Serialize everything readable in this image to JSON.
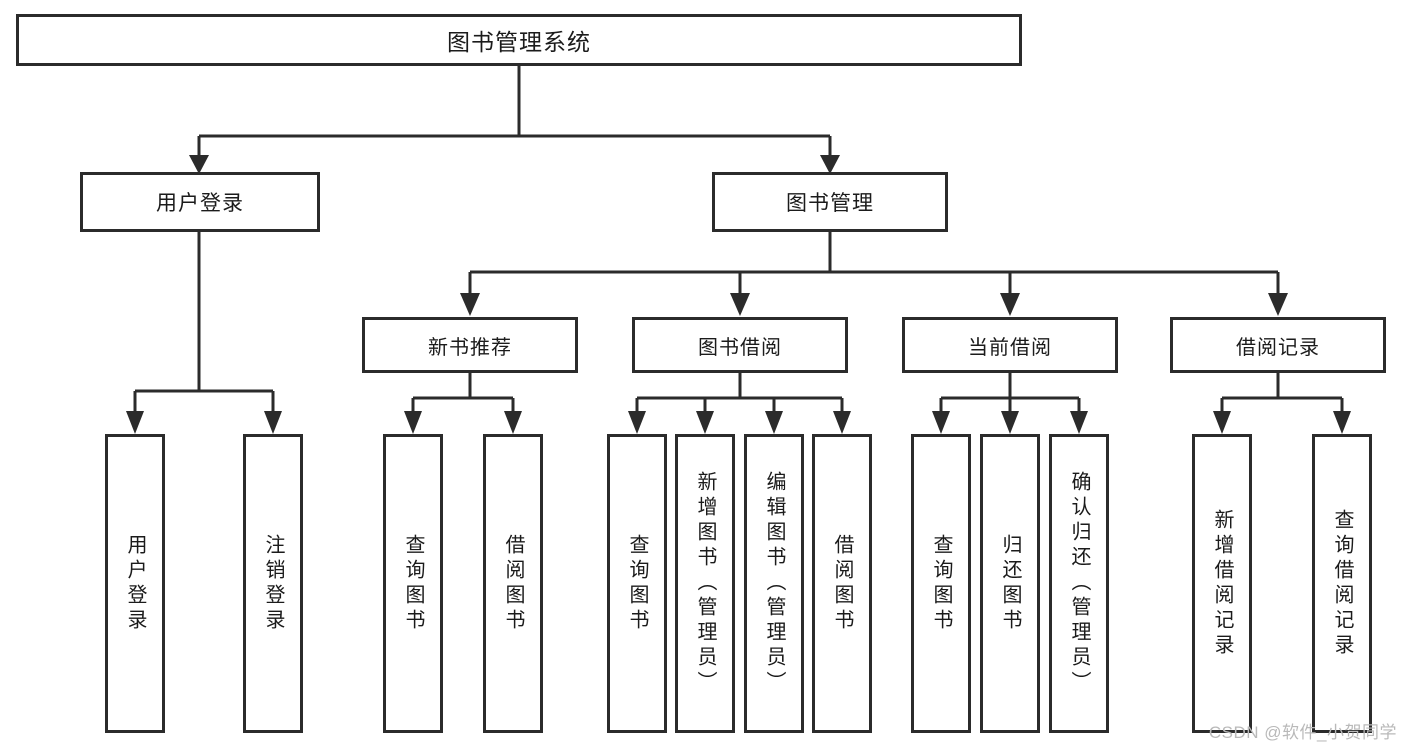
{
  "diagram": {
    "title": "图书管理系统",
    "type": "tree-hierarchy",
    "watermark": "CSDN @软件_小贺同学",
    "colors": {
      "stroke": "#2b2b2b",
      "fill": "#ffffff",
      "text": "#1b1b1b",
      "watermark": "#b9b9b9"
    }
  },
  "root": {
    "label": "图书管理系统"
  },
  "level2": [
    {
      "label": "用户登录"
    },
    {
      "label": "图书管理"
    }
  ],
  "level3": [
    {
      "label": "新书推荐"
    },
    {
      "label": "图书借阅"
    },
    {
      "label": "当前借阅"
    },
    {
      "label": "借阅记录"
    }
  ],
  "leaves": {
    "user_login": [
      {
        "label": "用户登录"
      },
      {
        "label": "注销登录"
      }
    ],
    "new_book_recommend": [
      {
        "label": "查询图书"
      },
      {
        "label": "借阅图书"
      }
    ],
    "book_borrow": [
      {
        "label": "查询图书"
      },
      {
        "label": "新增图书（管理员）"
      },
      {
        "label": "编辑图书（管理员）"
      },
      {
        "label": "借阅图书"
      }
    ],
    "current_borrow": [
      {
        "label": "查询图书"
      },
      {
        "label": "归还图书"
      },
      {
        "label": "确认归还（管理员）"
      }
    ],
    "borrow_record": [
      {
        "label": "新增借阅记录"
      },
      {
        "label": "查询借阅记录"
      }
    ]
  }
}
